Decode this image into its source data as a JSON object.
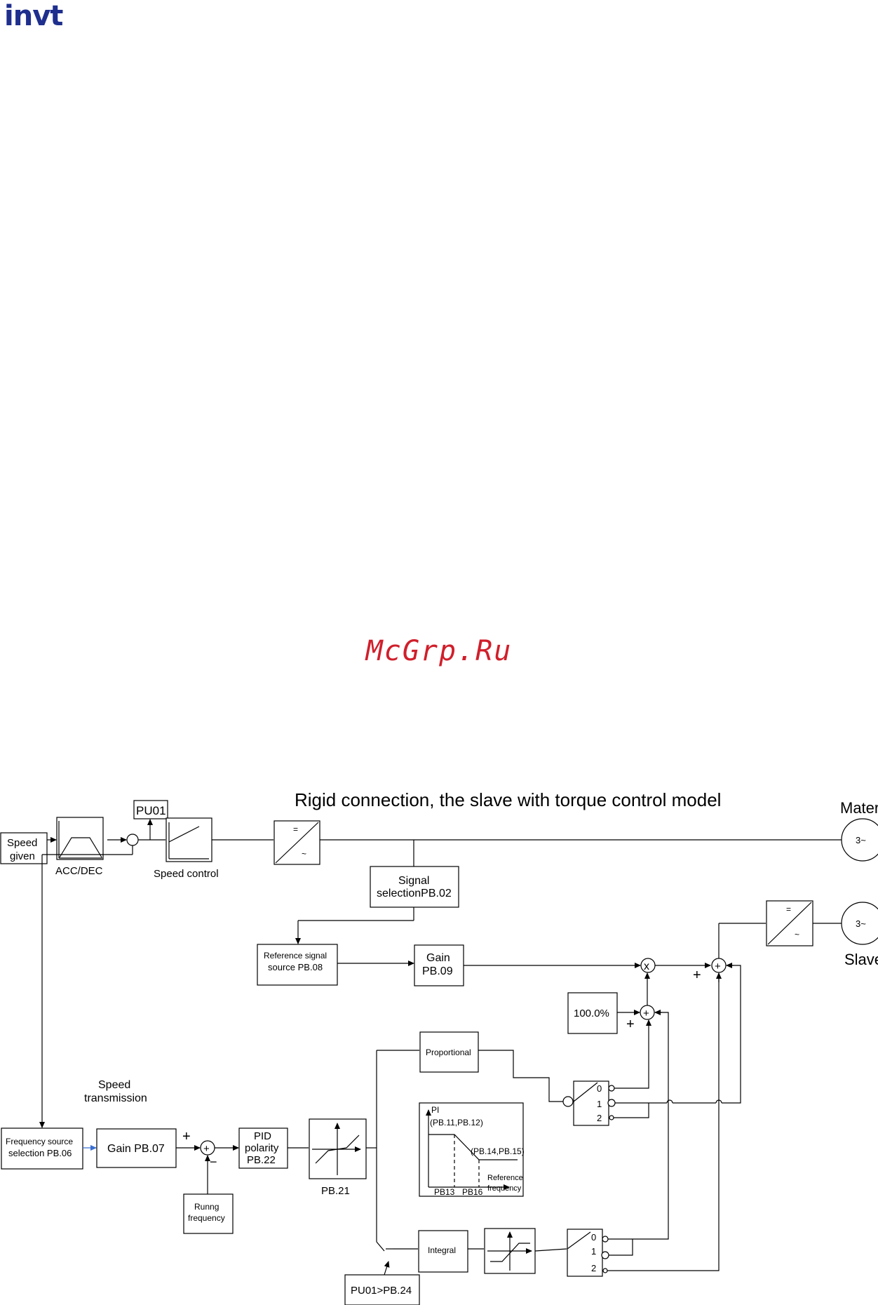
{
  "logo": "invt",
  "watermark": "McGrp.Ru",
  "diagram": {
    "title": "Rigid connection, the slave with  torque control model",
    "speed_given": [
      "Speed",
      "given"
    ],
    "acc_dec": "ACC/DEC",
    "pu01": "PU01",
    "speed_control": "Speed control",
    "mater": "Mater",
    "slave": "Slave",
    "motor_label": "3~",
    "inv_eq": "=",
    "inv_ac": "~",
    "signal_selection": [
      "Signal",
      "selectionPB.02"
    ],
    "reference_source": [
      "Reference signal",
      "source PB.08"
    ],
    "gain_pb09": [
      "Gain",
      "PB.09"
    ],
    "multiply": "x",
    "sum": "+",
    "plus": "+",
    "minus": "−",
    "hundred": "100.0%",
    "speed_transmission": [
      "Speed",
      "transmission"
    ],
    "freq_source": [
      "Frequency source",
      "selection PB.06"
    ],
    "gain_pb07": "Gain PB.07",
    "pid_polarity": [
      "PID",
      "polarity",
      "PB.22"
    ],
    "pb21": "PB.21",
    "running_frequency": [
      "Runng",
      "frequency"
    ],
    "proportional": "Proportional",
    "integral": "Integral",
    "pi": "PI",
    "pi_params": "(PB.11,PB.12)",
    "pi_params2": "(PB.14,PB.15)",
    "pb13": "PB13",
    "pb16": "PB16",
    "ref_freq": [
      "Reference",
      "frequency"
    ],
    "pu_cond": "PU01>PB.24",
    "switch_labels": [
      "0",
      "1",
      "2"
    ]
  }
}
